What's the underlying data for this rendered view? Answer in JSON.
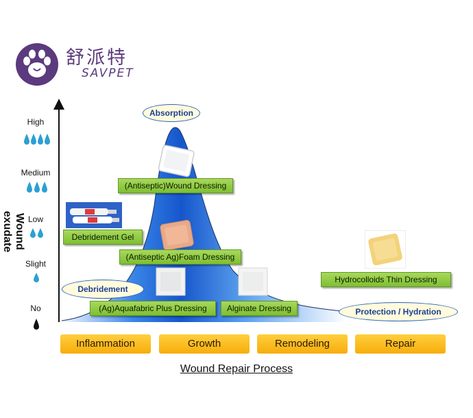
{
  "brand": {
    "name_cn": "舒派特",
    "name_en": "SAVPET"
  },
  "y_axis": {
    "label": "Wound exudate",
    "levels": [
      "High",
      "Medium",
      "Low",
      "Slight",
      "No"
    ]
  },
  "phases": [
    "Inflammation",
    "Growth",
    "Remodeling",
    "Repair"
  ],
  "x_axis_title": "Wound Repair Process",
  "functions": {
    "absorption": "Absorption",
    "debridement": "Debridement",
    "protection": "Protection / Hydration"
  },
  "dressings": {
    "wound": "(Antiseptic)Wound Dressing",
    "gel": "Debridement Gel",
    "foam": "(Antiseptic Ag)Foam Dressing",
    "hydrocolloid": "Hydrocolloids Thin  Dressing",
    "aquafabric": "(Ag)Aquafabric Plus Dressing",
    "alginate": "Alginate Dressing"
  },
  "colors": {
    "brand_purple": "#5b3a7e",
    "curve_blue": "#1f63d6",
    "label_green": "#8cc63f",
    "phase_orange": "#f9b81c",
    "drop_blue": "#2aa0d4"
  }
}
